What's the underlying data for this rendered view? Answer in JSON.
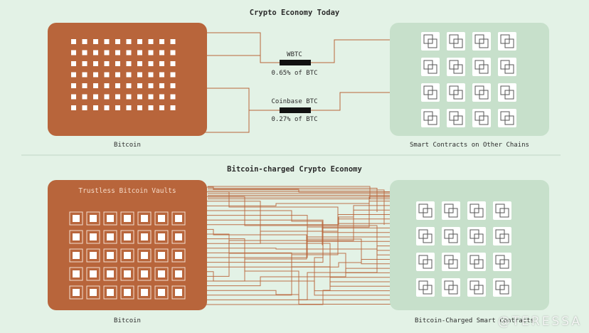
{
  "top": {
    "title": "Crypto Economy Today",
    "left_label": "Bitcoin",
    "right_label": "Smart Contracts on Other Chains",
    "bridges": [
      {
        "name": "WBTC",
        "share": "0.65% of BTC"
      },
      {
        "name": "Coinbase BTC",
        "share": "0.27% of BTC"
      }
    ]
  },
  "bottom": {
    "title": "Bitcoin-charged Crypto Economy",
    "left_title": "Trustless Bitcoin Vaults",
    "left_label": "Bitcoin",
    "right_label": "Bitcoin-Charged Smart Contracts"
  },
  "watermark": "@TERESSA",
  "colors": {
    "background": "#e3f2e6",
    "bitcoin": "#b8653b",
    "contracts": "#c7e0cb",
    "line": "#b8653b",
    "token": "#111111"
  },
  "grid": {
    "top_dots": {
      "rows": 7,
      "cols": 10
    },
    "top_contracts": {
      "rows": 4,
      "cols": 4
    },
    "vaults": {
      "rows": 5,
      "cols": 7
    },
    "bottom_contracts": {
      "rows": 4,
      "cols": 4
    }
  }
}
